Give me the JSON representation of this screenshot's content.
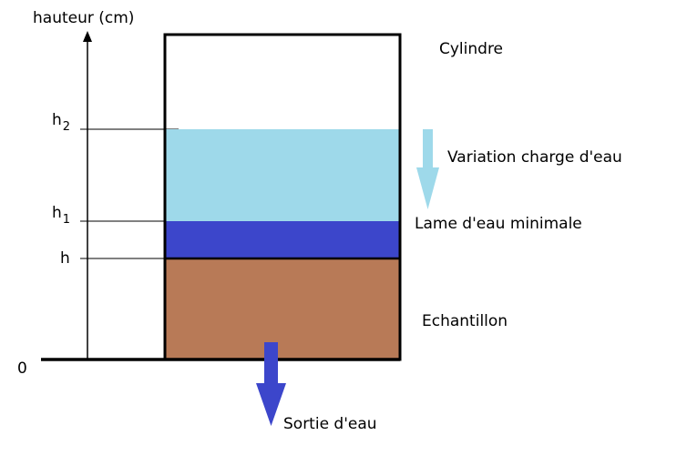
{
  "axis": {
    "label": "hauteur (cm)",
    "ticks": {
      "h2": "h",
      "h2_sub": "2",
      "h1": "h",
      "h1_sub": "1",
      "h": "h",
      "zero": "0"
    }
  },
  "labels": {
    "cylinder": "Cylindre",
    "head_variation": "Variation charge d'eau",
    "min_water_layer": "Lame d'eau minimale",
    "sample": "Echantillon",
    "water_outlet": "Sortie d'eau"
  },
  "colors": {
    "water_light": "#9ED9EA",
    "water_dark": "#3C46CB",
    "sample": "#B87A57",
    "outline": "#000000",
    "variation_text": "#9ED9EA",
    "arrow_variation": "#9ED9EA",
    "arrow_outlet": "#3C46CB"
  }
}
